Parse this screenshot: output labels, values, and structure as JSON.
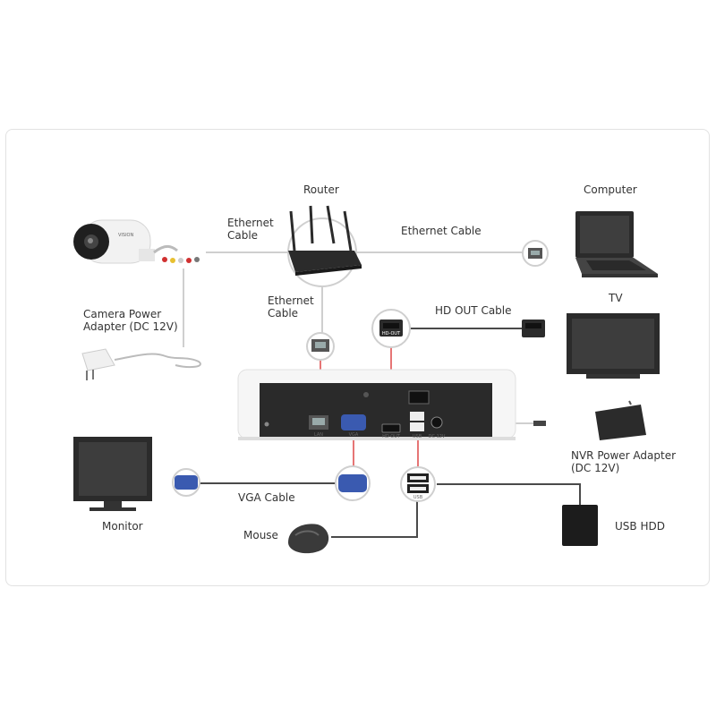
{
  "labels": {
    "router": "Router",
    "computer": "Computer",
    "eth_left_1": "Ethernet",
    "eth_left_2": "Cable",
    "eth_right": "Ethernet Cable",
    "eth_down_1": "Ethernet",
    "eth_down_2": "Cable",
    "hdout_cable": "HD OUT Cable",
    "tv": "TV",
    "cam_power_1": "Camera Power",
    "cam_power_2": "Adapter (DC 12V)",
    "nvr_power_1": "NVR Power Adapter",
    "nvr_power_2": "(DC 12V)",
    "vga_cable": "VGA Cable",
    "monitor": "Monitor",
    "mouse": "Mouse",
    "usb_hdd": "USB HDD"
  },
  "port_labels": {
    "lan": "LAN",
    "vga": "VGA",
    "hdout": "HD OUT",
    "usb": "USB",
    "dc12v": "DC 12V",
    "hdout_badge": "HD-OUT",
    "usb_badge": "USB"
  },
  "camera_brand": "VISION",
  "icons": [
    "camera-icon",
    "router-icon",
    "computer-icon",
    "tv-icon",
    "monitor-icon",
    "mouse-icon",
    "usb-hdd-icon",
    "power-adapter-icon",
    "nvr-icon",
    "ethernet-port-icon",
    "vga-port-icon",
    "hdmi-port-icon",
    "usb-port-icon"
  ],
  "colors": {
    "cable": "#4a4a4a",
    "cable_light": "#cfcfcf",
    "accent_red": "#d92b2b",
    "device_dark": "#2b2b2b"
  }
}
